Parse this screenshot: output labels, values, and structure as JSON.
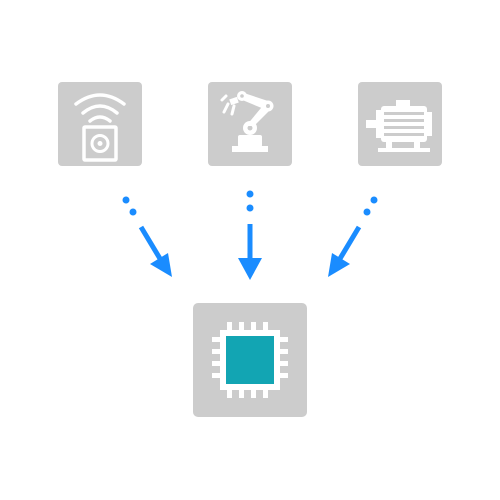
{
  "colors": {
    "background": "#ffffff",
    "tile": "#cccccc",
    "icon": "#ffffff",
    "arrow": "#1a8cff",
    "chip_core": "#12a5b3"
  },
  "sources": [
    {
      "id": "wireless-sensor",
      "icon": "wireless-sensor-icon"
    },
    {
      "id": "robot-arm",
      "icon": "robot-arm-icon"
    },
    {
      "id": "electric-motor",
      "icon": "electric-motor-icon"
    }
  ],
  "target": {
    "id": "processor-chip",
    "icon": "processor-chip-icon"
  },
  "connections": [
    {
      "from": "wireless-sensor",
      "to": "processor-chip",
      "style": "dotted-then-solid-arrow"
    },
    {
      "from": "robot-arm",
      "to": "processor-chip",
      "style": "dotted-then-solid-arrow"
    },
    {
      "from": "electric-motor",
      "to": "processor-chip",
      "style": "dotted-then-solid-arrow"
    }
  ]
}
